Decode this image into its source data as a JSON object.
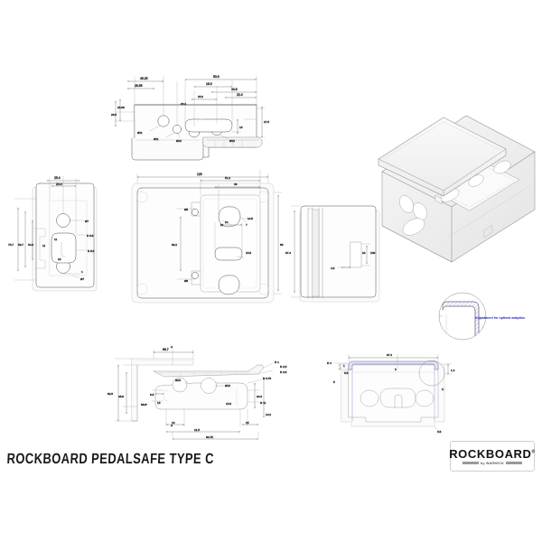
{
  "sheet": {
    "title": "ROCKBOARD PEDALSAFE TYPE C",
    "background_color": "#ffffff",
    "line_color": "#3a3a3a",
    "note_color": "#2b2bbb"
  },
  "logo": {
    "brand": "ROCKBOARD",
    "registered": "®",
    "byline": "by WARWICK"
  },
  "detail_note": {
    "text": "Adjustment for optimal adaption"
  },
  "views": {
    "top_left": {
      "name": "front-elevation-view",
      "dims": [
        "45.25",
        "28.65",
        "20.08",
        "29.5",
        "53.6",
        "44.8",
        "22.4",
        "18.6",
        "20.4",
        "23.2",
        "13",
        "27.5"
      ],
      "holes": [
        "Ø11",
        "Ø11",
        "Ø13",
        "Ø13"
      ]
    },
    "left": {
      "name": "side-elevation-view",
      "dims": [
        "25.4",
        "24.4",
        "73.7",
        "56.7",
        "34.5",
        "11",
        "11",
        "19",
        "1"
      ],
      "radii": [
        "R 9.5",
        "R 5.5"
      ],
      "holes": [
        "Ø7",
        "Ø7"
      ]
    },
    "center": {
      "name": "plan-view",
      "dims": [
        "129",
        "51.2",
        "36",
        "82.2",
        "86",
        "21",
        "7",
        "14.5",
        "24",
        "13.5"
      ],
      "holes": [
        "Ø6",
        "Ø6"
      ]
    },
    "right_center": {
      "name": "right-side-section-view",
      "dims": [
        "97.4",
        "24",
        "100",
        "4.5"
      ]
    },
    "bottom_left": {
      "name": "section-a-a-view",
      "dims": [
        "68.7",
        "82.8",
        "48.8",
        "88.5°",
        "6.5",
        "13",
        "13",
        "13.3",
        "21.5",
        "60.75",
        "15",
        "24.3",
        "14.2",
        "A",
        "A"
      ],
      "radii": [
        "R 1",
        "R 2.5",
        "R 2.5",
        "R 3.75",
        "R 11"
      ],
      "holes": [
        "Ø13",
        "Ø13"
      ]
    },
    "bottom_right": {
      "name": "section-c-c-view",
      "dims": [
        "97.4",
        "0.5",
        "3",
        "3.5",
        "1.4",
        "5",
        "1",
        "C"
      ],
      "radii": [
        "R 4"
      ]
    },
    "iso": {
      "name": "isometric-3d-view"
    }
  }
}
